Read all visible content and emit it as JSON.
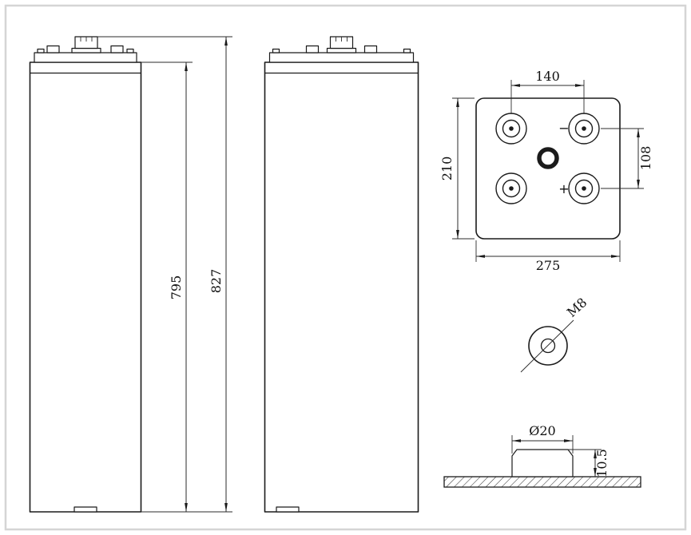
{
  "title": "battery-technical-drawing",
  "colors": {
    "line": "#1b1b1b",
    "frame": "#d5d5d5",
    "background": "#ffffff"
  },
  "front_view": {
    "height_body": "795",
    "height_overall": "827"
  },
  "top_view": {
    "terminal_pitch_x": "140",
    "depth": "210",
    "terminal_pitch_y": "108",
    "width": "275",
    "neg": "−",
    "pos": "+"
  },
  "terminal_detail": {
    "thread": "M8"
  },
  "post_detail": {
    "diameter": "Ø20",
    "height": "10.5"
  }
}
